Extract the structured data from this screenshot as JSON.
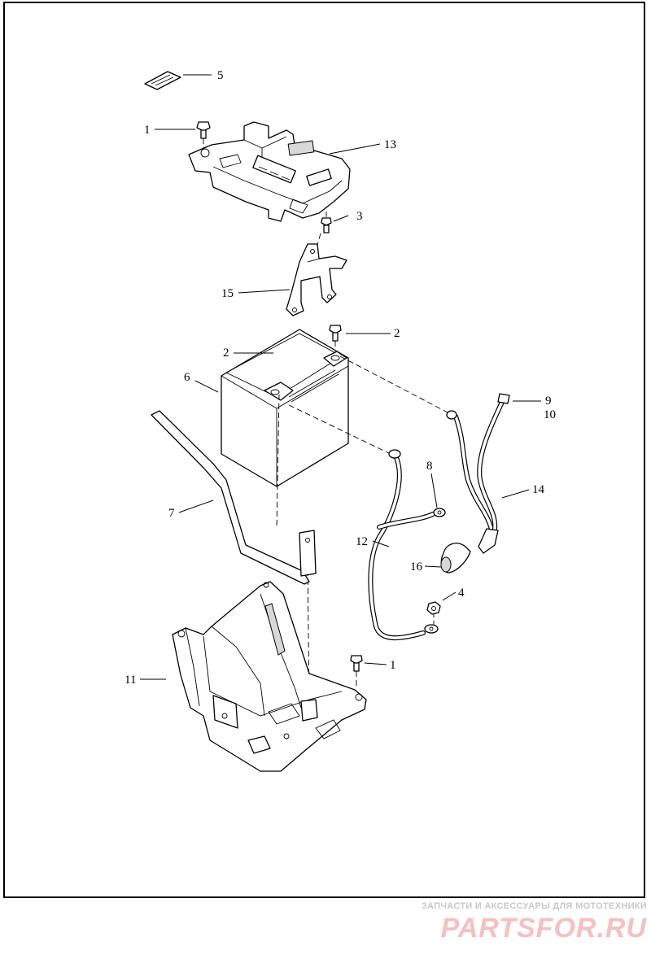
{
  "callouts": {
    "c1a": "1",
    "c1b": "1",
    "c2a": "2",
    "c2b": "2",
    "c3": "3",
    "c4": "4",
    "c5": "5",
    "c6": "6",
    "c7": "7",
    "c8": "8",
    "c9": "9",
    "c10": "10",
    "c11": "11",
    "c12": "12",
    "c13": "13",
    "c14": "14",
    "c15": "15",
    "c16": "16"
  },
  "watermark": {
    "tagline": "ЗАПЧАСТИ И АКСЕССУАРЫ ДЛЯ МОТОТЕХНИКИ",
    "logo": "PARTSFOR.RU"
  },
  "colors": {
    "line": "#000000",
    "watermark_logo": "#f6c0c0",
    "watermark_text": "#c8c8c8"
  }
}
